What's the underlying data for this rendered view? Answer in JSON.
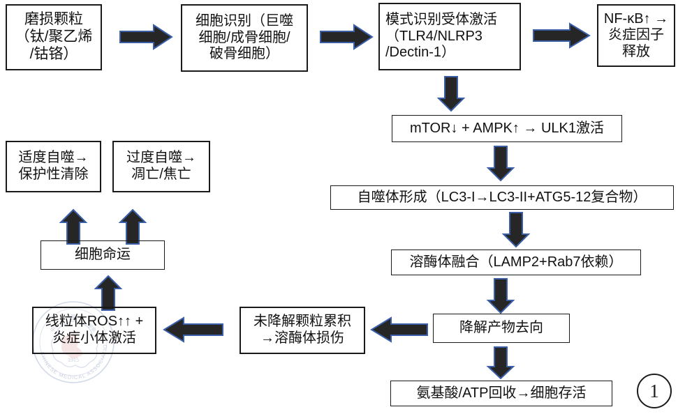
{
  "figure": {
    "number_label": "①",
    "number_plain": "1",
    "colors": {
      "box_border": "#1a1a1a",
      "text": "#111111",
      "arrow_fill": "#262626",
      "arrow_edge": "#3A5FA8",
      "background": "#ffffff",
      "watermark": "#8fa4c4"
    }
  },
  "watermark": {
    "name": "chinese-medical-association-seal",
    "ring_text_top": "中华医学会",
    "year": "1915",
    "ring_text_bottom": "CHINESE MEDICAL ASSOCIATION"
  },
  "nodes": [
    {
      "id": "wear-particles",
      "label": "磨损颗粒\n（钛/聚乙烯\n/钴铬）"
    },
    {
      "id": "cell-recognition",
      "label": "细胞识别（巨噬\n细胞/成骨细胞/\n破骨细胞）"
    },
    {
      "id": "prr-activation",
      "label": "模式识别受体激活\n（TLR4/NLRP3\n/Dectin-1）"
    },
    {
      "id": "nfkb-cytokines",
      "label": "NF-κB↑ →\n炎症因子\n释放"
    },
    {
      "id": "mtor-ampk-ulk1",
      "label": "mTOR↓ + AMPK↑ → ULK1激活"
    },
    {
      "id": "autophagosome",
      "label": "自噬体形成（LC3-I→LC3-II+ATG5-12复合物）"
    },
    {
      "id": "lysosome-fusion",
      "label": "溶酶体融合（LAMP2+Rab7依赖）"
    },
    {
      "id": "degradation-fate",
      "label": "降解产物去向"
    },
    {
      "id": "aminoacid-atp",
      "label": "氨基酸/ATP回收→细胞存活"
    },
    {
      "id": "undigested-particles",
      "label": "未降解颗粒累积\n→溶酶体损伤"
    },
    {
      "id": "mito-ros",
      "label": "线粒体ROS↑↑ +\n炎症小体激活"
    },
    {
      "id": "cell-fate",
      "label": "细胞命运"
    },
    {
      "id": "moderate-autophagy",
      "label": "适度自噬→\n保护性清除"
    },
    {
      "id": "excessive-autophagy",
      "label": "过度自噬→\n凋亡/焦亡"
    }
  ],
  "edges": [
    {
      "from": "wear-particles",
      "to": "cell-recognition",
      "direction": "right"
    },
    {
      "from": "cell-recognition",
      "to": "prr-activation",
      "direction": "right"
    },
    {
      "from": "prr-activation",
      "to": "nfkb-cytokines",
      "direction": "right"
    },
    {
      "from": "prr-activation",
      "to": "mtor-ampk-ulk1",
      "direction": "down"
    },
    {
      "from": "mtor-ampk-ulk1",
      "to": "autophagosome",
      "direction": "down"
    },
    {
      "from": "autophagosome",
      "to": "lysosome-fusion",
      "direction": "down"
    },
    {
      "from": "lysosome-fusion",
      "to": "degradation-fate",
      "direction": "down"
    },
    {
      "from": "degradation-fate",
      "to": "aminoacid-atp",
      "direction": "down"
    },
    {
      "from": "degradation-fate",
      "to": "undigested-particles",
      "direction": "left"
    },
    {
      "from": "undigested-particles",
      "to": "mito-ros",
      "direction": "left"
    },
    {
      "from": "mito-ros",
      "to": "cell-fate",
      "direction": "up"
    },
    {
      "from": "cell-fate",
      "to": "moderate-autophagy",
      "direction": "up"
    },
    {
      "from": "cell-fate",
      "to": "excessive-autophagy",
      "direction": "up"
    }
  ]
}
